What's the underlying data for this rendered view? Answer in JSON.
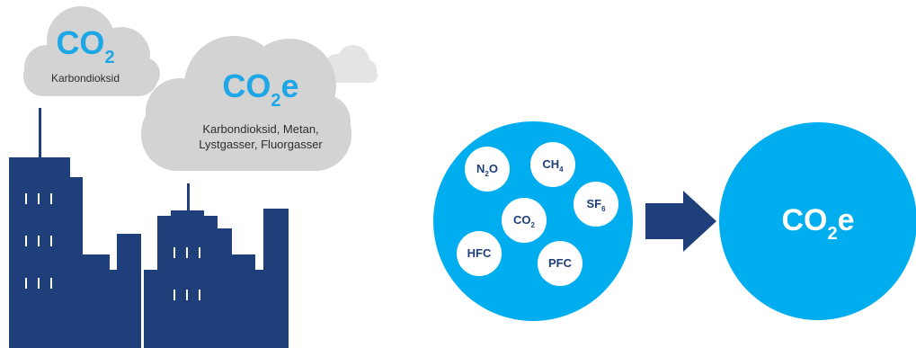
{
  "clouds": {
    "left": {
      "formula_base": "CO",
      "formula_sub": "2",
      "label": "Karbondioksid"
    },
    "right": {
      "formula_base": "CO",
      "formula_sub": "2",
      "formula_suffix": "e",
      "label_line1": "Karbondioksid, Metan,",
      "label_line2": "Lystgasser, Fluorgasser"
    }
  },
  "gas_circle": {
    "gases": [
      {
        "base": "N",
        "sub": "2",
        "suffix": "O"
      },
      {
        "base": "CH",
        "sub": "4",
        "suffix": ""
      },
      {
        "base": "SF",
        "sub": "6",
        "suffix": ""
      },
      {
        "base": "CO",
        "sub": "2",
        "suffix": ""
      },
      {
        "base": "HFC",
        "sub": "",
        "suffix": ""
      },
      {
        "base": "PFC",
        "sub": "",
        "suffix": ""
      }
    ]
  },
  "result_circle": {
    "base": "CO",
    "sub": "2",
    "suffix": "e"
  },
  "colors": {
    "cloud": "#d3d3d3",
    "accent_blue": "#1ea7e6",
    "circle_blue": "#00aeef",
    "building_navy": "#1f3f7a",
    "text_dark": "#2e2e2e"
  }
}
